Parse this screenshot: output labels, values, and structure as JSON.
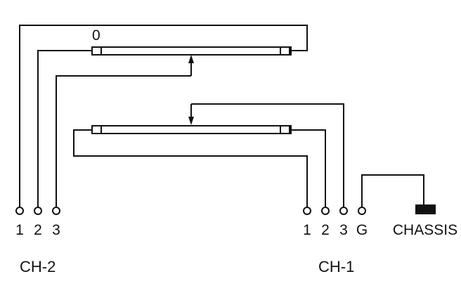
{
  "diagram": {
    "zero_mark": "0",
    "ch2": {
      "group_label": "CH-2",
      "terminals": [
        "1",
        "2",
        "3"
      ]
    },
    "ch1": {
      "group_label": "CH-1",
      "terminals": [
        "1",
        "2",
        "3",
        "G"
      ]
    },
    "chassis_label": "CHASSIS"
  }
}
